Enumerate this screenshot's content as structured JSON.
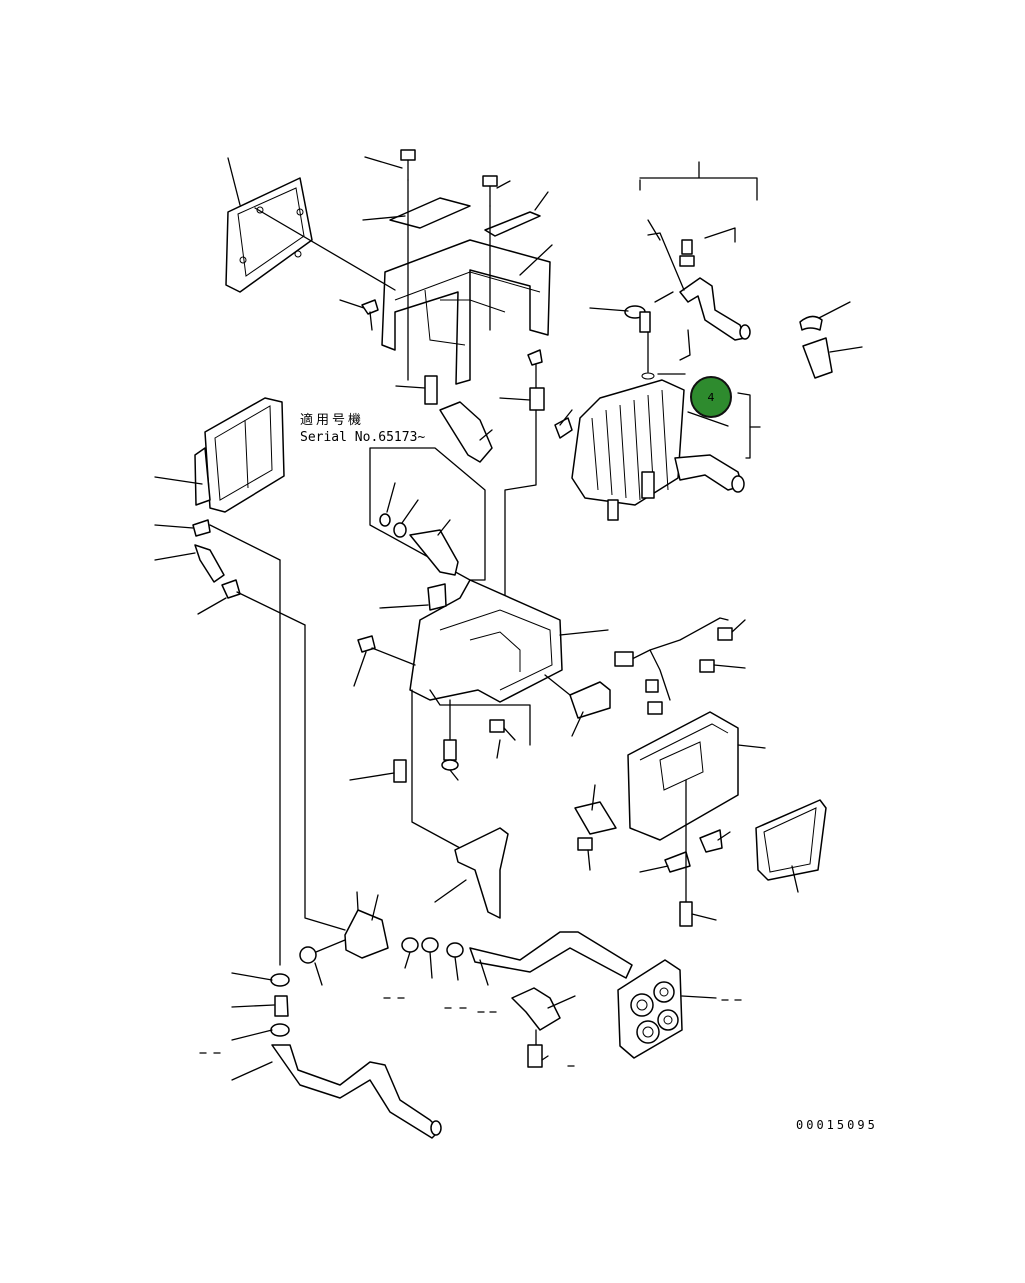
{
  "serial_note": {
    "line1": "適用号機",
    "line2": "Serial No.65173~"
  },
  "callout": {
    "number": "4",
    "color": "#2e8b2e",
    "border_color": "#111111"
  },
  "drawing_code": "00015095"
}
